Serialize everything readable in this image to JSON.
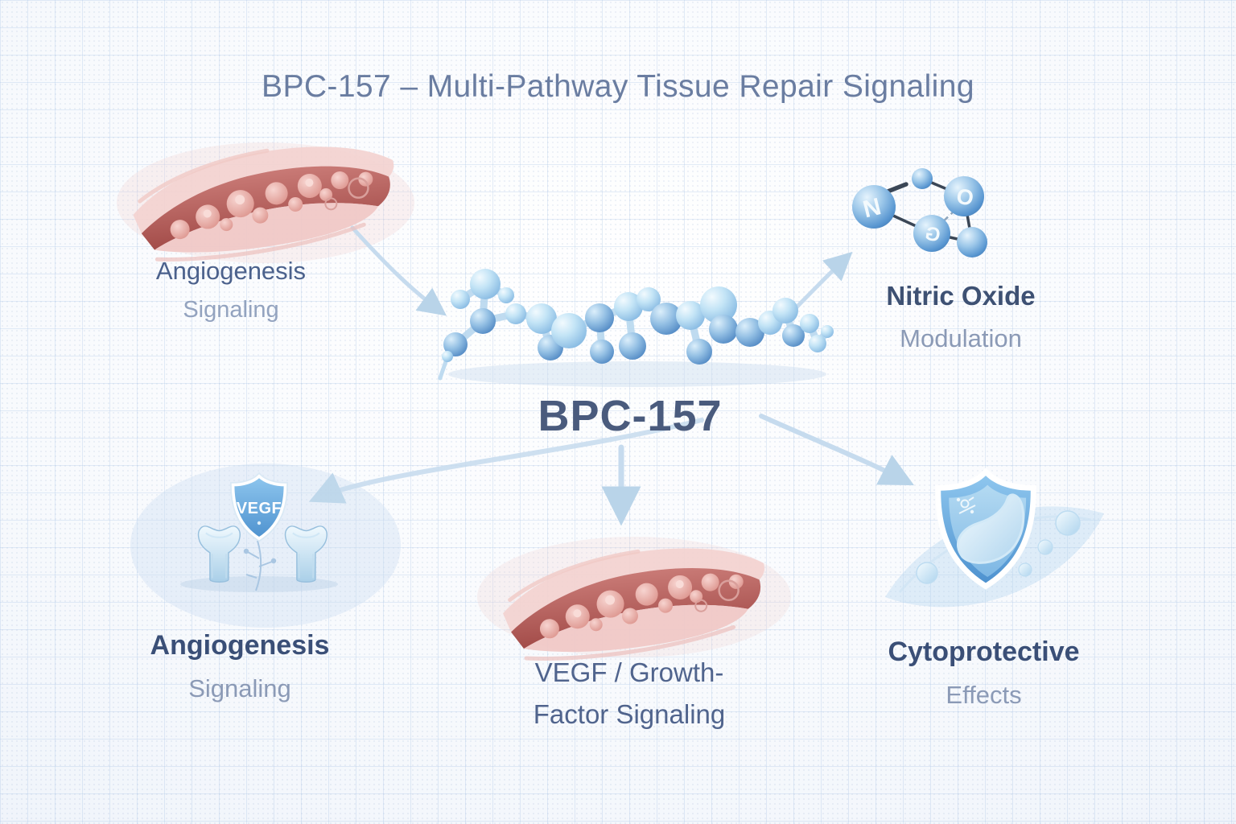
{
  "title": "BPC-157 – Multi-Pathway Tissue Repair Signaling",
  "center": {
    "label": "BPC-157"
  },
  "pathways": {
    "angiogenesis_top": {
      "title": "Angiogenesis",
      "subtitle": "Signaling"
    },
    "nitric_oxide": {
      "title": "Nitric Oxide",
      "subtitle": "Modulation",
      "atoms": {
        "n": "N",
        "o": "O",
        "g": "G"
      }
    },
    "angiogenesis_bottom": {
      "title": "Angiogenesis",
      "subtitle": "Signaling",
      "shield_label": "VEGF"
    },
    "vegf_growth": {
      "line1": "VEGF / Growth-",
      "line2": "Factor Signaling"
    },
    "cytoprotective": {
      "title": "Cytoprotective",
      "subtitle": "Effects"
    }
  },
  "colors": {
    "accent_blue": "#5a95cf",
    "text_dark": "#3e5173",
    "text_light": "#8b9ab6",
    "vessel_red": "#a34c49",
    "arrow": "#c6dbee"
  }
}
